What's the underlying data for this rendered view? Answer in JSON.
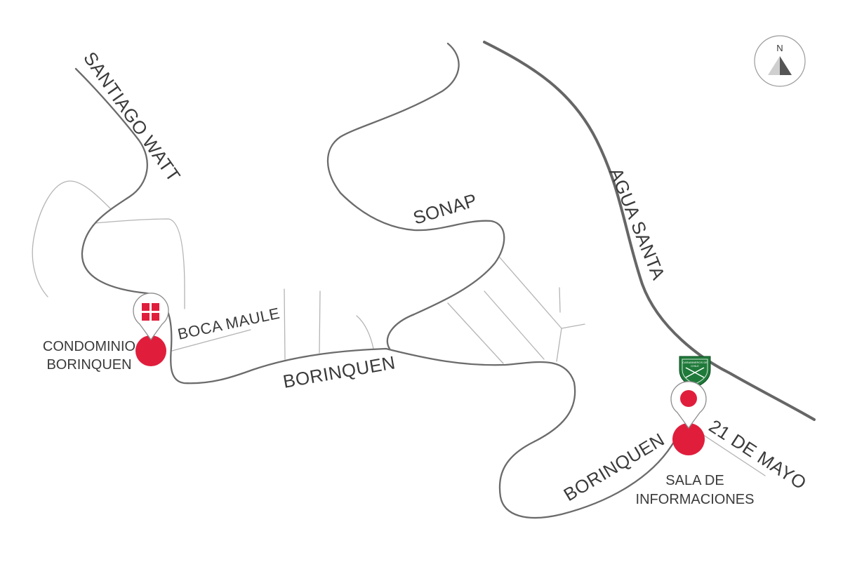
{
  "map": {
    "streets": {
      "santiago_watt": "SANTIAGO WATT",
      "agua_santa": "AGUA SANTA",
      "sonap": "SONAP",
      "boca_maule": "BOCA MAULE",
      "borinquen_main": "BORINQUEN",
      "borinquen_lower": "BORINQUEN",
      "veintiuno_de_mayo": "21 DE MAYO"
    },
    "places": {
      "condominio": {
        "line1": "CONDOMINIO",
        "line2": "BORINQUEN",
        "icon": "building-grid-icon"
      },
      "sala": {
        "line1": "SALA DE",
        "line2": "INFORMACIONES",
        "icon": "red-dot-icon"
      }
    },
    "compass": {
      "label": "N"
    },
    "police_badge": {
      "icon": "carabineros-badge-icon",
      "line1": "CARABINEROS DE",
      "line2": "CHILE"
    },
    "colors": {
      "marker_red": "#e01e3c",
      "road_dark": "#6b6b6b",
      "road_light": "#b4b4b4",
      "badge_green": "#1f7a3a"
    }
  }
}
